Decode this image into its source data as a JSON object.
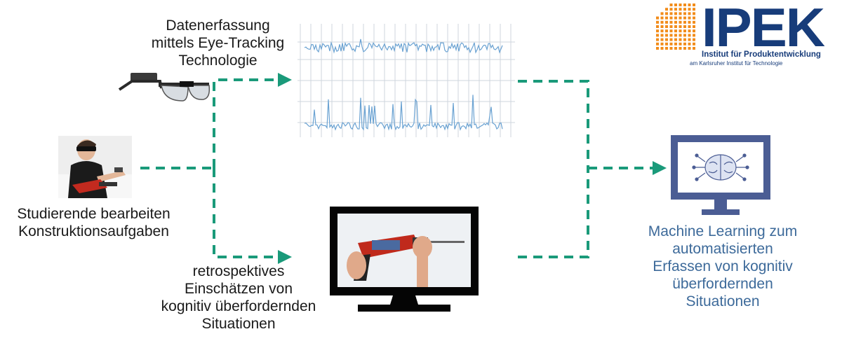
{
  "logo": {
    "word": "IPEK",
    "line1": "Institut für Produktentwicklung",
    "line2": "am Karlsruher Institut für Technologie",
    "colors": {
      "orange": "#f28c1a",
      "blue": "#173c7a"
    }
  },
  "nodes": {
    "eye_tracking": "Datenerfassung\nmittels Eye-Tracking\nTechnologie",
    "students": "Studierende bearbeiten\nKonstruktionsaufgaben",
    "retro": "retrospektives\nEinschätzen von\nkognitiv überfordernden\nSituationen",
    "ml": "Machine Learning zum\nautomatisierten\nErfassen von kognitiv\nüberfordernden\nSituationen"
  },
  "icons": {
    "glasses": "eye-tracking-glasses-icon",
    "student_photo": "student-photo",
    "monitor": "monitor-video-icon",
    "drill": "drill-icon",
    "ml_monitor": "ml-monitor-icon",
    "brain": "brain-circuit-icon"
  },
  "colors": {
    "arrow": "#1a9a7a",
    "signal": "#6aa2d2",
    "ml_blue": "#3d6a9a",
    "ml_screen": "#4b5d94"
  }
}
